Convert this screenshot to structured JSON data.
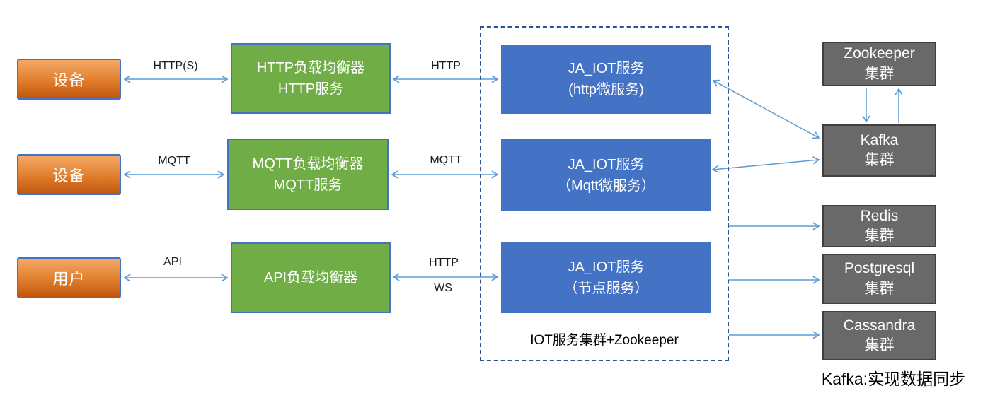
{
  "nodes": {
    "device1": {
      "label": "设备"
    },
    "device2": {
      "label": "设备"
    },
    "user": {
      "label": "用户"
    },
    "http_lb": {
      "line1": "HTTP负载均衡器",
      "line2": "HTTP服务"
    },
    "mqtt_lb": {
      "line1": "MQTT负载均衡器",
      "line2": "MQTT服务"
    },
    "api_lb": {
      "line1": "API负载均衡器"
    },
    "iot_http": {
      "line1": "JA_IOT服务",
      "line2": "(http微服务)"
    },
    "iot_mqtt": {
      "line1": "JA_IOT服务",
      "line2": "（Mqtt微服务）"
    },
    "iot_node": {
      "line1": "JA_IOT服务",
      "line2": "（节点服务）"
    },
    "zookeeper": {
      "line1": "Zookeeper",
      "line2": "集群"
    },
    "kafka": {
      "line1": "Kafka",
      "line2": "集群"
    },
    "redis": {
      "line1": "Redis",
      "line2": "集群"
    },
    "postgresql": {
      "line1": "Postgresql",
      "line2": "集群"
    },
    "cassandra": {
      "line1": "Cassandra",
      "line2": "集群"
    }
  },
  "edge_labels": {
    "device1_httplb": "HTTP(S)",
    "device2_mqttlb": "MQTT",
    "user_apilb": "API",
    "httplb_iothttp": "HTTP",
    "mqttlb_iotmqtt": "MQTT",
    "apilb_iotnode_http": "HTTP",
    "apilb_iotnode_ws": "WS"
  },
  "captions": {
    "cluster_label": "IOT服务集群+Zookeeper",
    "kafka_note": "Kafka:实现数据同步"
  },
  "colors": {
    "orange_top": "#F4A967",
    "orange_bottom": "#C0560F",
    "green": "#70AD47",
    "blue": "#4472C4",
    "gray": "#696969",
    "node_border_blue": "#4472C4",
    "gray_border": "#3F3F3F",
    "arrow": "#5B9BD5",
    "dashed_frame": "#2F5496",
    "label_text": "#1a1a1a"
  }
}
